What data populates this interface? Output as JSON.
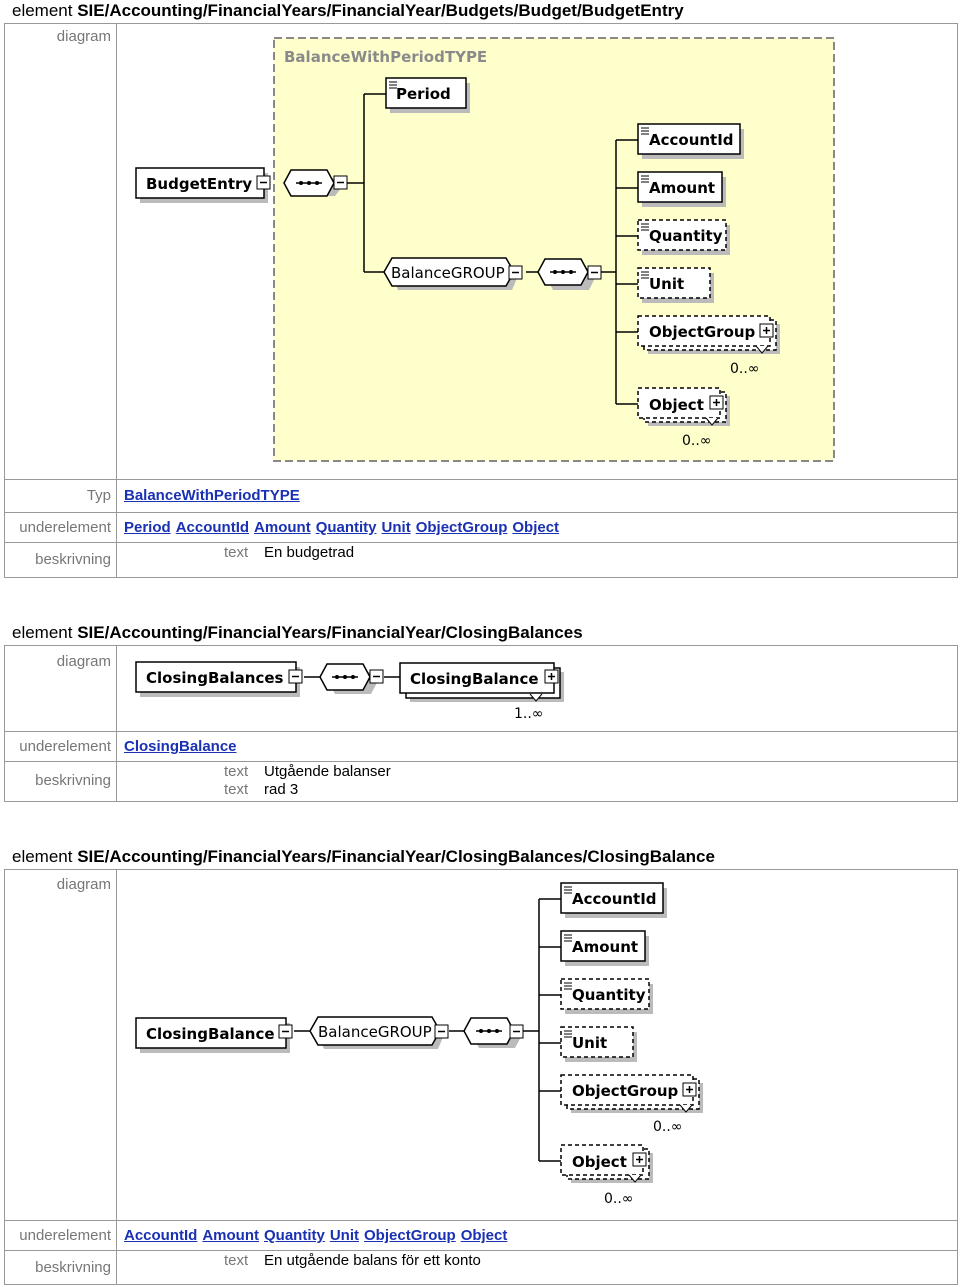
{
  "sections": [
    {
      "heading_prefix": "element",
      "heading_path": "SIE/Accounting/FinancialYears/FinancialYear/Budgets/Budget/BudgetEntry",
      "labels": {
        "diagram": "diagram",
        "type": "Typ",
        "children": "underelement",
        "description": "beskrivning"
      },
      "diagram": {
        "type_box_title": "BalanceWithPeriodTYPE",
        "root": "BudgetEntry",
        "period": "Period",
        "group": "BalanceGROUP",
        "children": [
          "AccountId",
          "Amount",
          "Quantity",
          "Unit",
          "ObjectGroup",
          "Object"
        ],
        "occurrence_objectgroup": "0..∞",
        "occurrence_object": "0..∞"
      },
      "type_value": "BalanceWithPeriodTYPE",
      "children_links": [
        "Period",
        "AccountId",
        "Amount",
        "Quantity",
        "Unit",
        "ObjectGroup",
        "Object"
      ],
      "description": [
        {
          "key": "text",
          "value": "En budgetrad"
        }
      ]
    },
    {
      "heading_prefix": "element",
      "heading_path": "SIE/Accounting/FinancialYears/FinancialYear/ClosingBalances",
      "labels": {
        "diagram": "diagram",
        "children": "underelement",
        "description": "beskrivning"
      },
      "diagram": {
        "root": "ClosingBalances",
        "child": "ClosingBalance",
        "occurrence": "1..∞"
      },
      "children_links": [
        "ClosingBalance"
      ],
      "description": [
        {
          "key": "text",
          "value": "Utgående balanser"
        },
        {
          "key": "text",
          "value": "rad 3"
        }
      ]
    },
    {
      "heading_prefix": "element",
      "heading_path": "SIE/Accounting/FinancialYears/FinancialYear/ClosingBalances/ClosingBalance",
      "labels": {
        "diagram": "diagram",
        "children": "underelement",
        "description": "beskrivning"
      },
      "diagram": {
        "root": "ClosingBalance",
        "group": "BalanceGROUP",
        "children": [
          "AccountId",
          "Amount",
          "Quantity",
          "Unit",
          "ObjectGroup",
          "Object"
        ],
        "occurrence_objectgroup": "0..∞",
        "occurrence_object": "0..∞"
      },
      "children_links": [
        "AccountId",
        "Amount",
        "Quantity",
        "Unit",
        "ObjectGroup",
        "Object"
      ],
      "description": [
        {
          "key": "text",
          "value": "En utgående balans för ett konto"
        }
      ]
    }
  ],
  "colors": {
    "link": "#1a31b3",
    "type_box_fill": "#ffffcc",
    "border": "#999999",
    "label": "#777777"
  }
}
